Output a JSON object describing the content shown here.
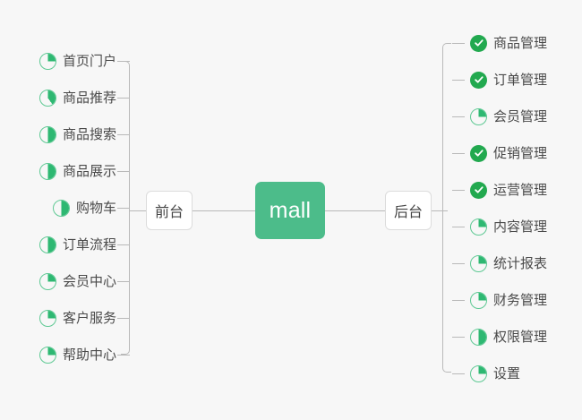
{
  "diagram": {
    "type": "mind-map",
    "title": "mall",
    "background_color": "#f7f7f7",
    "accent_color": "#4cbc8a",
    "check_color": "#22a94f",
    "pie_color": "#2eb872",
    "pie_ring_color": "#5fc994",
    "connector_color": "#b9b9b9",
    "center": {
      "label": "mall"
    },
    "branches": [
      {
        "id": "frontend",
        "label": "前台",
        "side": "left",
        "items": [
          {
            "label": "首页门户",
            "icon": "pie-progress-icon",
            "progress": 25,
            "status": "in-progress"
          },
          {
            "label": "商品推荐",
            "icon": "pie-progress-icon",
            "progress": 40,
            "status": "in-progress"
          },
          {
            "label": "商品搜索",
            "icon": "pie-progress-icon",
            "progress": 50,
            "status": "in-progress"
          },
          {
            "label": "商品展示",
            "icon": "pie-progress-icon",
            "progress": 50,
            "status": "in-progress"
          },
          {
            "label": "购物车",
            "icon": "pie-progress-icon",
            "progress": 50,
            "status": "in-progress"
          },
          {
            "label": "订单流程",
            "icon": "pie-progress-icon",
            "progress": 50,
            "status": "in-progress"
          },
          {
            "label": "会员中心",
            "icon": "pie-progress-icon",
            "progress": 25,
            "status": "in-progress"
          },
          {
            "label": "客户服务",
            "icon": "pie-progress-icon",
            "progress": 25,
            "status": "in-progress"
          },
          {
            "label": "帮助中心",
            "icon": "pie-progress-icon",
            "progress": 25,
            "status": "in-progress"
          }
        ]
      },
      {
        "id": "backend",
        "label": "后台",
        "side": "right",
        "items": [
          {
            "label": "商品管理",
            "icon": "check-circle-icon",
            "progress": 100,
            "status": "done"
          },
          {
            "label": "订单管理",
            "icon": "check-circle-icon",
            "progress": 100,
            "status": "done"
          },
          {
            "label": "会员管理",
            "icon": "pie-progress-icon",
            "progress": 25,
            "status": "in-progress"
          },
          {
            "label": "促销管理",
            "icon": "check-circle-icon",
            "progress": 100,
            "status": "done"
          },
          {
            "label": "运营管理",
            "icon": "check-circle-icon",
            "progress": 100,
            "status": "done"
          },
          {
            "label": "内容管理",
            "icon": "pie-progress-icon",
            "progress": 25,
            "status": "in-progress"
          },
          {
            "label": "统计报表",
            "icon": "pie-progress-icon",
            "progress": 25,
            "status": "in-progress"
          },
          {
            "label": "财务管理",
            "icon": "pie-progress-icon",
            "progress": 25,
            "status": "in-progress"
          },
          {
            "label": "权限管理",
            "icon": "pie-progress-icon",
            "progress": 50,
            "status": "in-progress"
          },
          {
            "label": "设置",
            "icon": "pie-progress-icon",
            "progress": 25,
            "status": "in-progress"
          }
        ]
      }
    ]
  }
}
